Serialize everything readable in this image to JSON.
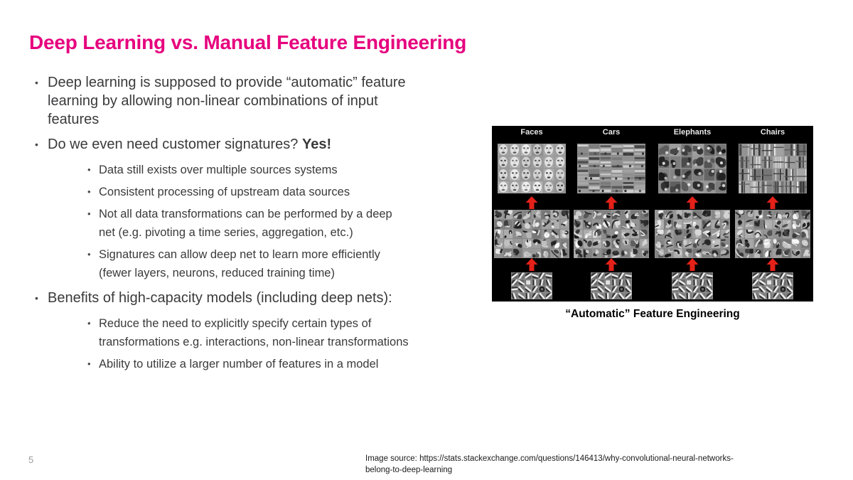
{
  "slide": {
    "title": "Deep Learning vs. Manual Feature Engineering"
  },
  "bullets": {
    "b1_lines": [
      "Deep learning is supposed to provide “automatic” feature",
      "learning by allowing non-linear combinations of input",
      "features"
    ],
    "b2_text": "Do we even need customer signatures? ",
    "b2_bold": "Yes!",
    "b2_sub": [
      {
        "lines": [
          "Data still exists over multiple sources systems"
        ]
      },
      {
        "lines": [
          "Consistent processing of upstream data sources"
        ]
      },
      {
        "lines": [
          "Not all data transformations can be performed by a deep",
          "net (e.g. pivoting a time series, aggregation, etc.)"
        ]
      },
      {
        "lines": [
          "Signatures can allow deep net to learn more efficiently",
          "(fewer layers, neurons, reduced training time)"
        ]
      }
    ],
    "b3_text": "Benefits of high-capacity models (including deep nets):",
    "b3_sub": [
      {
        "lines": [
          "Reduce the need to explicitly specify certain types of",
          "transformations e.g. interactions, non-linear transformations"
        ]
      },
      {
        "lines": [
          "Ability to utilize a larger number of features in a model"
        ]
      }
    ]
  },
  "figure": {
    "column_labels": [
      "Faces",
      "Cars",
      "Elephants",
      "Chairs"
    ],
    "caption": "“Automatic” Feature Engineering",
    "panel_bg": "#000000",
    "arrow_color": "#e32119"
  },
  "footer": {
    "page_number": "5",
    "source_lines": [
      "Image source: https://stats.stackexchange.com/questions/146413/why-convolutional-neural-networks-",
      "belong-to-deep-learning"
    ]
  },
  "colors": {
    "title_accent": "#e6007e",
    "body_text": "#3a3a3c",
    "page_number_gray": "#9a9a9a"
  }
}
